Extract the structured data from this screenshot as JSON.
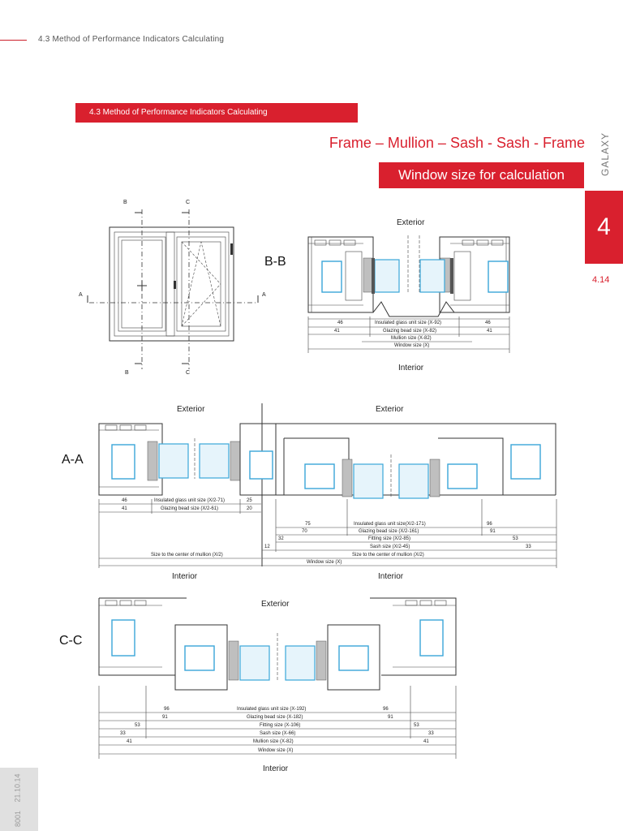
{
  "header": {
    "section_ref": "4.3   Method of Performance Indicators Calculating"
  },
  "section_bar": {
    "label": "4.3 Method of Performance Indicators Calculating"
  },
  "title": "Frame – Mullion – Sash - Sash - Frame",
  "subtitle": "Window size for calculation",
  "brand": "GALAXY",
  "chapter": "4",
  "page_number": "4.14",
  "footer": {
    "code": "8001",
    "date": "21.10.14"
  },
  "elevation": {
    "cut_b": "B",
    "cut_c": "C",
    "cut_a": "A"
  },
  "section_bb": {
    "label": "B-B",
    "exterior": "Exterior",
    "interior": "Interior",
    "dims": {
      "left_46": "46",
      "left_41": "41",
      "right_46": "46",
      "right_41": "41",
      "igu": "Insulated glass unit size (X-92)",
      "bead": "Glazing bead size  (X-82)",
      "mullion": "Mullion size (X-82)",
      "window": "Window size (X)"
    }
  },
  "section_aa": {
    "label": "A-A",
    "exterior_left": "Exterior",
    "exterior_right": "Exterior",
    "interior_left": "Interior",
    "interior_right": "Interior",
    "dims": {
      "l46": "46",
      "l41": "41",
      "l_igu": "Insulated glass unit size (X/2-71)",
      "l_bead": "Glazing bead size  (X/2-61)",
      "m25": "25",
      "m20": "20",
      "r75": "75",
      "r70": "70",
      "r32": "32",
      "r12": "12",
      "r96": "96",
      "r91": "91",
      "r53": "53",
      "r33": "33",
      "r_igu": "Insulated glass unit size(X/2-171)",
      "r_bead": "Glazing bead size  (X/2-161)",
      "r_fit": "Fitting size (X/2-85)",
      "r_sash": "Sash size (X/2-45)",
      "r_center": "Size to the center of mullion (X/2)",
      "l_center": "Size to the center of mullion (X/2)",
      "window": "Window size (X)"
    }
  },
  "section_cc": {
    "label": "C-C",
    "exterior": "Exterior",
    "interior": "Interior",
    "dims": {
      "l96": "96",
      "l91": "91",
      "l53": "53",
      "l33": "33",
      "l41": "41",
      "r96": "96",
      "r91": "91",
      "r53": "53",
      "r33": "33",
      "r41": "41",
      "igu": "Insulated glass unit size (X-192)",
      "bead": "Glazing bead size (X-182)",
      "fit": "Fitting size (X-106)",
      "sash": "Sash size (X-66)",
      "mullion": "Mullion size (X-82)",
      "window": "Window size (X)"
    }
  },
  "colors": {
    "accent": "#d9202e",
    "glass_edge": "#3aa6d8"
  }
}
